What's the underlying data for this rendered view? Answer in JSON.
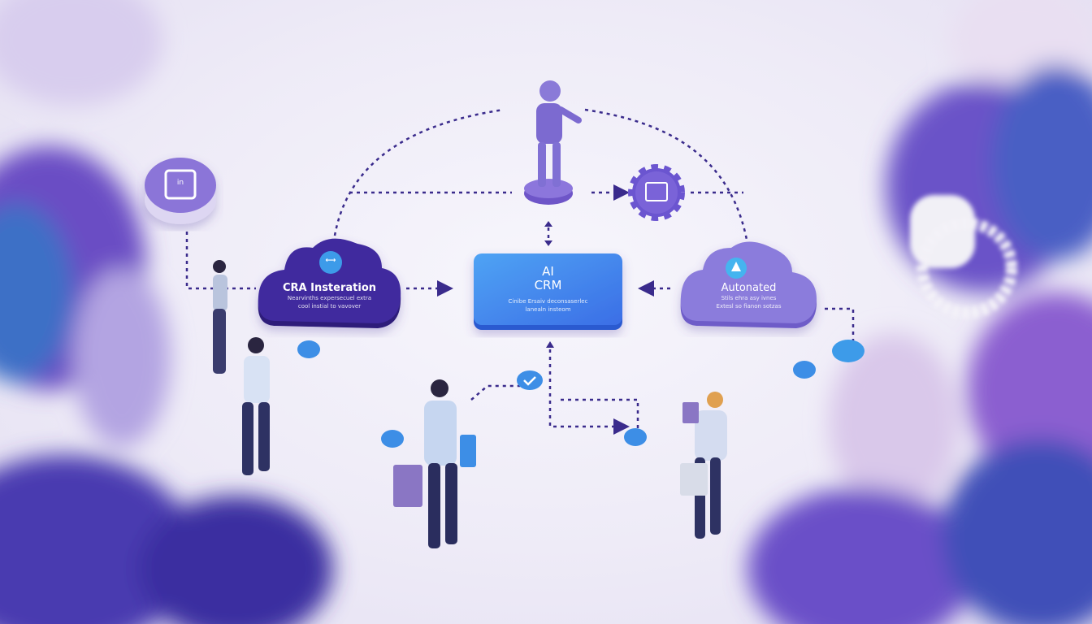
{
  "nodes": {
    "integration": {
      "title": "CRA Insteration",
      "sub1": "Nearvinths expersecuel extra",
      "sub2": "cool instial to vavover"
    },
    "core": {
      "title_line1": "AI",
      "title_line2": "CRM",
      "sub1": "Cinibe Ersaiv deconsaserlec",
      "sub2": "lanealn insteom"
    },
    "automated": {
      "title": "Autonated",
      "sub1": "Stils ehra asy ivnes",
      "sub2": "Extesl so fianon sotzas"
    },
    "device_label": "in"
  },
  "colors": {
    "integration_cloud": "#3f2a9e",
    "core_box": "#3f86ee",
    "automated_cloud": "#8b7bdc",
    "connector": "#3a2b8c",
    "accent_dot": "#3d9be9"
  }
}
